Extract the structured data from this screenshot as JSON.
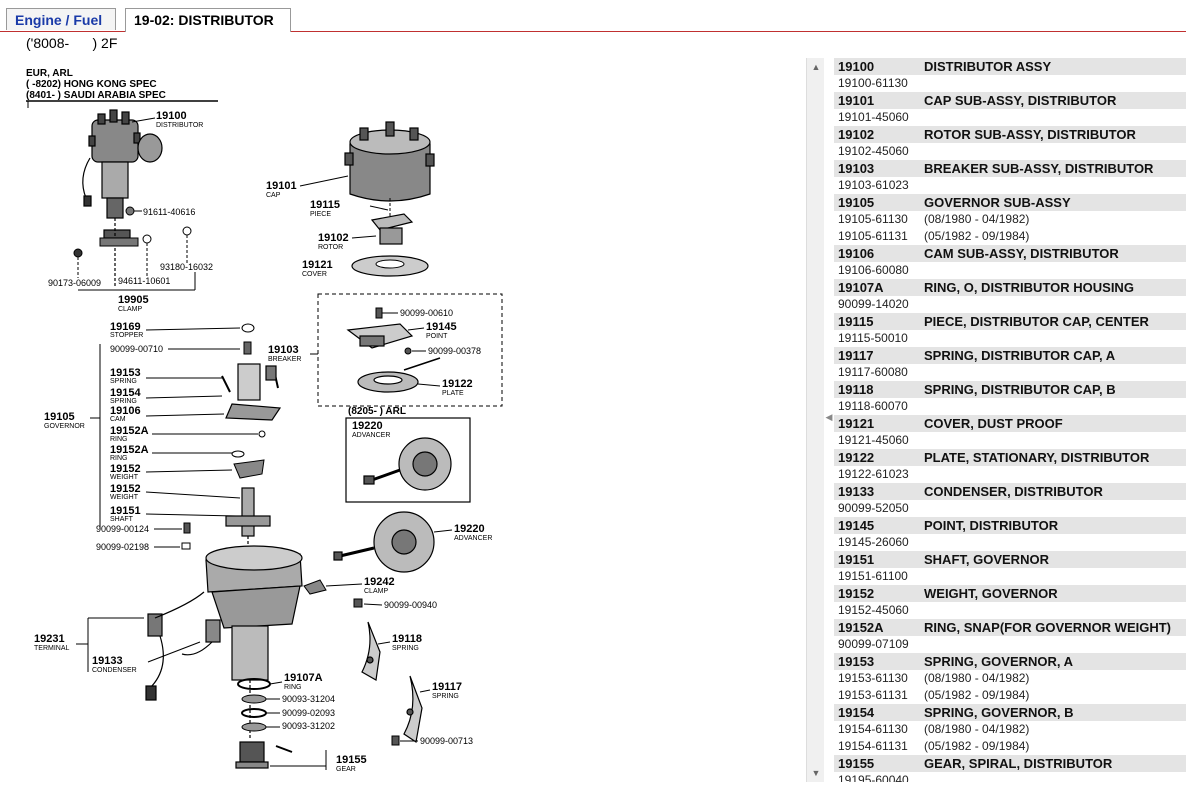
{
  "tabs": [
    {
      "label": "Engine / Fuel"
    },
    {
      "label": "19-02: DISTRIBUTOR"
    }
  ],
  "subtitle": "('8008-      ) 2F",
  "diagram": {
    "header": [
      "EUR, ARL",
      "(        -8202) HONG KONG SPEC",
      "(8401-       ) SAUDI ARABIA SPEC"
    ],
    "labels": {
      "l19100": "19100",
      "l19100d": "DISTRIBUTOR",
      "l91611": "91611-40616",
      "l90173": "90173-06009",
      "l94611": "94611-10601",
      "l93180": "93180-16032",
      "l19905": "19905",
      "l19905d": "CLAMP",
      "l19101": "19101",
      "l19101d": "CAP",
      "l19115": "19115",
      "l19115d": "PIECE",
      "l19102": "19102",
      "l19102d": "ROTOR",
      "l19121": "19121",
      "l19121d": "COVER",
      "l19169": "19169",
      "l19169d": "STOPPER",
      "l90099_00710": "90099-00710",
      "l19153": "19153",
      "l19153d": "SPRING",
      "l19154": "19154",
      "l19154d": "SPRING",
      "l19106": "19106",
      "l19106d": "CAM",
      "l19105": "19105",
      "l19105d": "GOVERNOR",
      "l19152a1": "19152A",
      "l19152a1d": "RING",
      "l19152a2": "19152A",
      "l19152a2d": "RING",
      "l19152w1": "19152",
      "l19152w1d": "WEIGHT",
      "l19152w2": "19152",
      "l19152w2d": "WEIGHT",
      "l19151": "19151",
      "l19151d": "SHAFT",
      "l90099_00124": "90099-00124",
      "l90099_02198": "90099-02198",
      "l19103": "19103",
      "l19103d": "BREAKER",
      "l90099_00610": "90099-00610",
      "l19145": "19145",
      "l19145d": "POINT",
      "l90099_00378": "90099-00378",
      "l19122": "19122",
      "l19122d": "PLATE",
      "l8205": "(8205-        ) ARL",
      "l19220a": "19220",
      "l19220ad": "ADVANCER",
      "l19220b": "19220",
      "l19220bd": "ADVANCER",
      "l19242": "19242",
      "l19242d": "CLAMP",
      "l90099_00940": "90099-00940",
      "l19231": "19231",
      "l19231d": "TERMINAL",
      "l19133": "19133",
      "l19133d": "CONDENSER",
      "l19118": "19118",
      "l19118d": "SPRING",
      "l19107a": "19107A",
      "l19107ad": "RING",
      "l90093_31204": "90093-31204",
      "l90099_02093": "90099-02093",
      "l90093_31202": "90093-31202",
      "l19117": "19117",
      "l19117d": "SPRING",
      "l90099_00713": "90099-00713",
      "l19155": "19155",
      "l19155d": "GEAR"
    }
  },
  "parts": [
    {
      "code": "19100",
      "name": "DISTRIBUTOR ASSY",
      "subs": [
        {
          "num": "19100-61130",
          "range": ""
        }
      ]
    },
    {
      "code": "19101",
      "name": "CAP SUB-ASSY, DISTRIBUTOR",
      "subs": [
        {
          "num": "19101-45060",
          "range": ""
        }
      ]
    },
    {
      "code": "19102",
      "name": "ROTOR SUB-ASSY, DISTRIBUTOR",
      "subs": [
        {
          "num": "19102-45060",
          "range": ""
        }
      ]
    },
    {
      "code": "19103",
      "name": "BREAKER SUB-ASSY, DISTRIBUTOR",
      "subs": [
        {
          "num": "19103-61023",
          "range": ""
        }
      ]
    },
    {
      "code": "19105",
      "name": "GOVERNOR SUB-ASSY",
      "subs": [
        {
          "num": "19105-61130",
          "range": "(08/1980 - 04/1982)"
        },
        {
          "num": "19105-61131",
          "range": "(05/1982 - 09/1984)"
        }
      ]
    },
    {
      "code": "19106",
      "name": "CAM SUB-ASSY, DISTRIBUTOR",
      "subs": [
        {
          "num": "19106-60080",
          "range": ""
        }
      ]
    },
    {
      "code": "19107A",
      "name": "RING, O, DISTRIBUTOR HOUSING",
      "subs": [
        {
          "num": "90099-14020",
          "range": ""
        }
      ]
    },
    {
      "code": "19115",
      "name": "PIECE, DISTRIBUTOR CAP, CENTER",
      "subs": [
        {
          "num": "19115-50010",
          "range": ""
        }
      ]
    },
    {
      "code": "19117",
      "name": "SPRING, DISTRIBUTOR CAP, A",
      "subs": [
        {
          "num": "19117-60080",
          "range": ""
        }
      ]
    },
    {
      "code": "19118",
      "name": "SPRING, DISTRIBUTOR CAP, B",
      "subs": [
        {
          "num": "19118-60070",
          "range": ""
        }
      ]
    },
    {
      "code": "19121",
      "name": "COVER, DUST PROOF",
      "subs": [
        {
          "num": "19121-45060",
          "range": ""
        }
      ]
    },
    {
      "code": "19122",
      "name": "PLATE, STATIONARY, DISTRIBUTOR",
      "subs": [
        {
          "num": "19122-61023",
          "range": ""
        }
      ]
    },
    {
      "code": "19133",
      "name": "CONDENSER, DISTRIBUTOR",
      "subs": [
        {
          "num": "90099-52050",
          "range": ""
        }
      ]
    },
    {
      "code": "19145",
      "name": "POINT, DISTRIBUTOR",
      "subs": [
        {
          "num": "19145-26060",
          "range": ""
        }
      ]
    },
    {
      "code": "19151",
      "name": "SHAFT, GOVERNOR",
      "subs": [
        {
          "num": "19151-61100",
          "range": ""
        }
      ]
    },
    {
      "code": "19152",
      "name": "WEIGHT, GOVERNOR",
      "subs": [
        {
          "num": "19152-45060",
          "range": ""
        }
      ]
    },
    {
      "code": "19152A",
      "name": "RING, SNAP(FOR GOVERNOR WEIGHT)",
      "subs": [
        {
          "num": "90099-07109",
          "range": ""
        }
      ]
    },
    {
      "code": "19153",
      "name": "SPRING, GOVERNOR, A",
      "subs": [
        {
          "num": "19153-61130",
          "range": "(08/1980 - 04/1982)"
        },
        {
          "num": "19153-61131",
          "range": "(05/1982 - 09/1984)"
        }
      ]
    },
    {
      "code": "19154",
      "name": "SPRING, GOVERNOR, B",
      "subs": [
        {
          "num": "19154-61130",
          "range": "(08/1980 - 04/1982)"
        },
        {
          "num": "19154-61131",
          "range": "(05/1982 - 09/1984)"
        }
      ]
    },
    {
      "code": "19155",
      "name": "GEAR, SPIRAL, DISTRIBUTOR",
      "subs": [
        {
          "num": "19195-60040",
          "range": ""
        }
      ]
    }
  ]
}
